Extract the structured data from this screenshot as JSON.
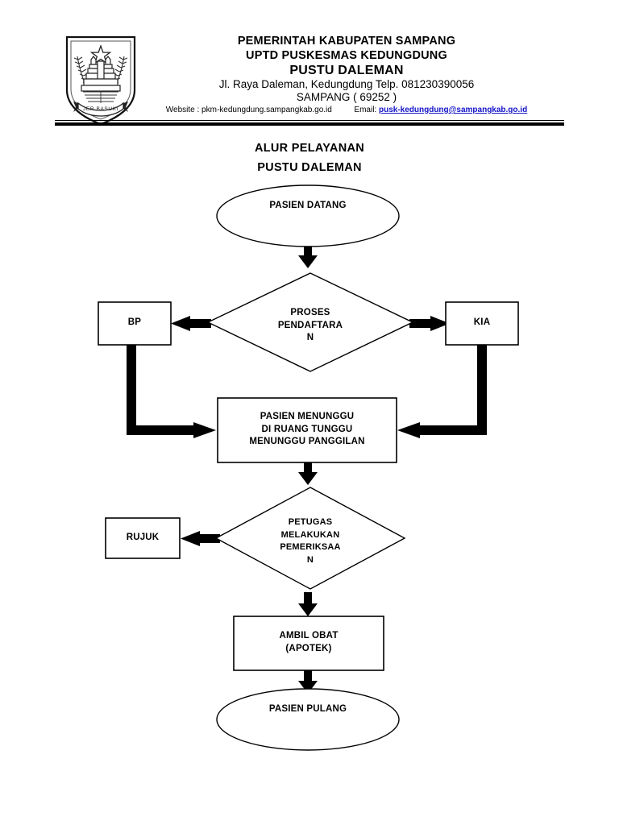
{
  "letterhead": {
    "logo_icon": "sampang-regency-coat-of-arms-icon",
    "logo_motto": "JER BASUKI MAWA BEYA",
    "org_line1": "PEMERINTAH KABUPATEN SAMPANG",
    "org_line2": "UPTD PUSKESMAS KEDUNGDUNG",
    "org_line3": "PUSTU DALEMAN",
    "address_line": "Jl. Raya Daleman, Kedungdung Telp. 081230390056",
    "city_line": "SAMPANG ( 69252 )",
    "website_text": "Website : pkm-kedungdung.sampangkab.go.id",
    "email_label": "Email:",
    "email_value": "pusk-kedungdung@sampangkab.go.id",
    "email_color": "#1414c8"
  },
  "document_title": {
    "line1": "ALUR PELAYANAN",
    "line2": "PUSTU DALEMAN"
  },
  "flowchart": {
    "stroke_color": "#000000",
    "fill_color": "#ffffff",
    "nodes": [
      {
        "id": "pasien-datang",
        "shape": "ellipse",
        "label": "PASIEN DATANG"
      },
      {
        "id": "proses-pendaftaran",
        "shape": "diamond",
        "label": "PROSES\nPENDAFTARA\nN"
      },
      {
        "id": "bp",
        "shape": "rect",
        "label": "BP"
      },
      {
        "id": "kia",
        "shape": "rect",
        "label": "KIA"
      },
      {
        "id": "pasien-menunggu",
        "shape": "rect",
        "label": "PASIEN MENUNGGU\nDI RUANG TUNGGU\nMENUNGGU PANGGILAN"
      },
      {
        "id": "petugas-pemeriksaan",
        "shape": "diamond",
        "label": "PETUGAS\nMELAKUKAN\nPEMERIKSAA\nN"
      },
      {
        "id": "rujuk",
        "shape": "rect",
        "label": "RUJUK"
      },
      {
        "id": "ambil-obat",
        "shape": "rect",
        "label": "AMBIL OBAT\n(APOTEK)"
      },
      {
        "id": "pasien-pulang",
        "shape": "ellipse",
        "label": "PASIEN PULANG"
      }
    ],
    "edges": [
      {
        "from": "pasien-datang",
        "to": "proses-pendaftaran",
        "type": "straight-down"
      },
      {
        "from": "proses-pendaftaran",
        "to": "bp",
        "type": "straight-left"
      },
      {
        "from": "proses-pendaftaran",
        "to": "kia",
        "type": "straight-right"
      },
      {
        "from": "bp",
        "to": "pasien-menunggu",
        "type": "elbow-down-right"
      },
      {
        "from": "kia",
        "to": "pasien-menunggu",
        "type": "elbow-down-left"
      },
      {
        "from": "pasien-menunggu",
        "to": "petugas-pemeriksaan",
        "type": "straight-down"
      },
      {
        "from": "petugas-pemeriksaan",
        "to": "rujuk",
        "type": "straight-left"
      },
      {
        "from": "petugas-pemeriksaan",
        "to": "ambil-obat",
        "type": "straight-down"
      },
      {
        "from": "ambil-obat",
        "to": "pasien-pulang",
        "type": "straight-down"
      }
    ]
  },
  "node_labels": {
    "pasien_datang": "PASIEN DATANG",
    "proses_l1": "PROSES",
    "proses_l2": "PENDAFTARA",
    "proses_l3": "N",
    "bp": "BP",
    "kia": "KIA",
    "menunggu_l1": "PASIEN MENUNGGU",
    "menunggu_l2": "DI RUANG TUNGGU",
    "menunggu_l3": "MENUNGGU PANGGILAN",
    "petugas_l1": "PETUGAS",
    "petugas_l2": "MELAKUKAN",
    "petugas_l3": "PEMERIKSAA",
    "petugas_l4": "N",
    "rujuk": "RUJUK",
    "obat_l1": "AMBIL OBAT",
    "obat_l2": "(APOTEK)",
    "pasien_pulang": "PASIEN PULANG"
  }
}
